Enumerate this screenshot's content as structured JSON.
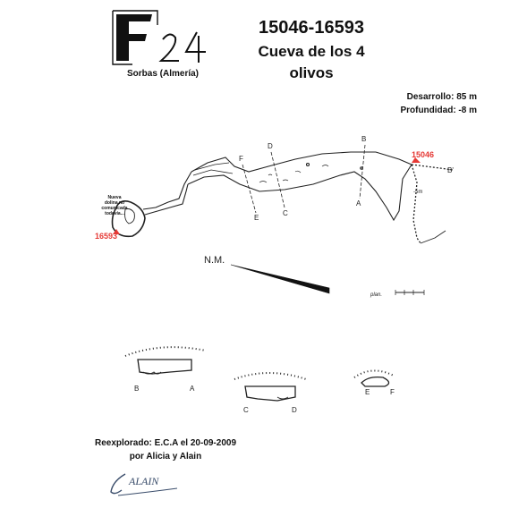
{
  "sheet": {
    "logo_text": "F24",
    "code": "15046-16593",
    "cave_name_line1": "Cueva de los 4",
    "cave_name_line2": "olivos",
    "location": "Sorbas (Almería)",
    "development": "Desarrollo: 85 m",
    "depth": "Profundidad: -8 m",
    "entrance_a": "15046",
    "entrance_b": "16593",
    "note_line1": "Nueva",
    "note_line2": "dolina no",
    "note_line3": "comunicada",
    "note_line4": "todavía...",
    "north_label": "N.M.",
    "scale_label": "plan.",
    "credit_line1": "Reexplorado: E.C.A el 20-09-2009",
    "credit_line2": "por Alicia y Alain",
    "signature": "ALAIN"
  },
  "section_labels": {
    "a": "A",
    "b": "B",
    "c": "C",
    "d": "D",
    "e": "E",
    "f": "F",
    "b_prime": "B'",
    "depth_mark": "-5m"
  },
  "colors": {
    "entrance_marker": "#e53935",
    "ink": "#222222"
  }
}
